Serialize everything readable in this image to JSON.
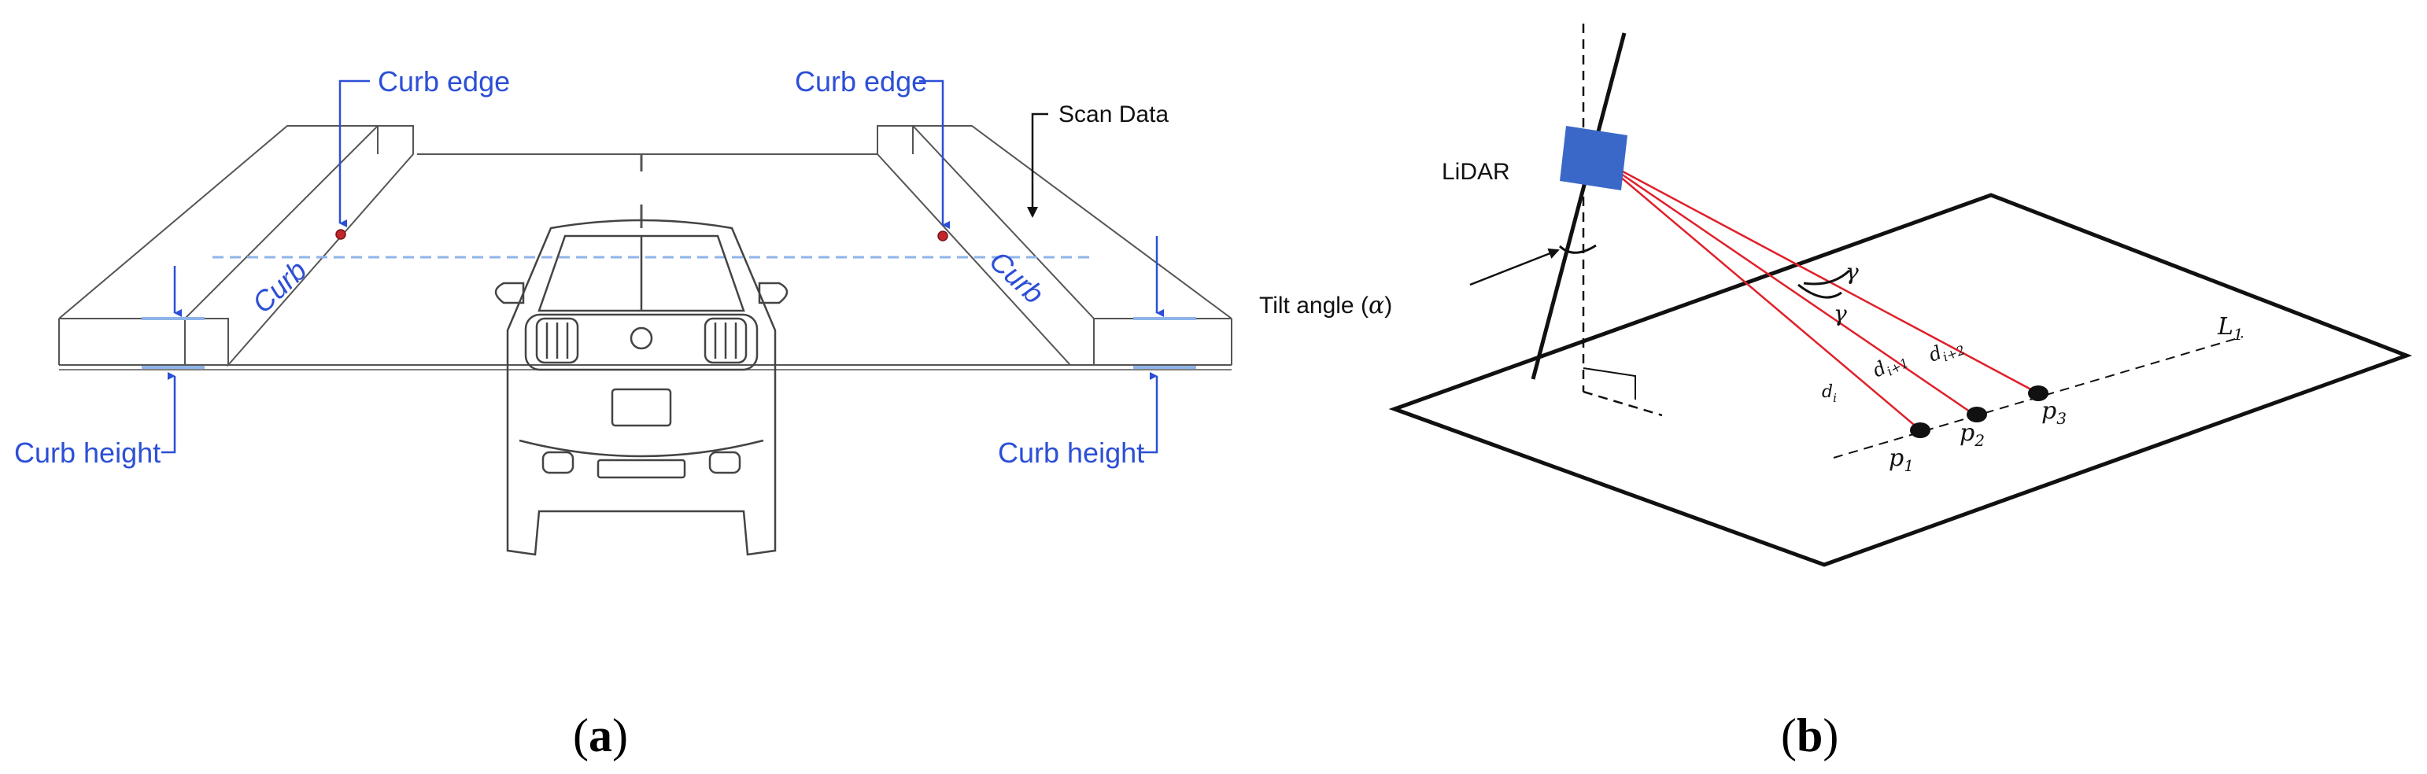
{
  "panel_a": {
    "labels": {
      "curb_edge_left": "Curb edge",
      "curb_edge_right": "Curb edge",
      "scan_data": "Scan Data",
      "curb_left": "Curb",
      "curb_right": "Curb",
      "curb_height_left": "Curb height",
      "curb_height_right": "Curb height"
    },
    "caption": {
      "open": "(",
      "letter": "a",
      "close": ")"
    }
  },
  "panel_b": {
    "labels": {
      "lidar": "LiDAR",
      "tilt_angle": "Tilt angle (",
      "alpha": "α",
      "tilt_close": ")",
      "gamma_1": "γ",
      "gamma_2": "γ",
      "d_i": "d",
      "d_i_sub": "i",
      "d_i1": "d",
      "d_i1_sub": "i+1",
      "d_i2": "d",
      "d_i2_sub": "i+2",
      "p1": "p",
      "p1_sub": "1",
      "p2": "p",
      "p2_sub": "2",
      "p3": "p",
      "p3_sub": "3",
      "L1": "L",
      "L1_sub": "1"
    },
    "caption": {
      "open": "(",
      "letter": "b",
      "close": ")"
    },
    "colors": {
      "lidar": "#3a68c8",
      "rays": "#e0202a"
    }
  },
  "colors": {
    "label_blue": "#2c4fd6",
    "scan_line": "#8fb4e8"
  }
}
